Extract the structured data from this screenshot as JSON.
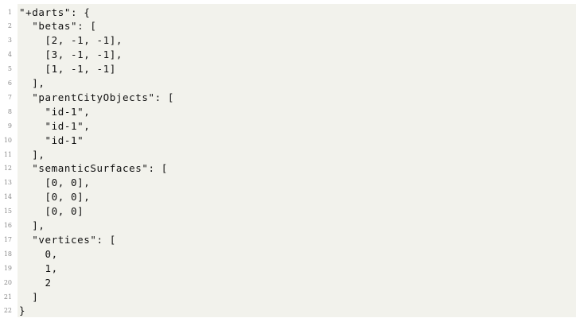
{
  "lines": [
    {
      "num": "1",
      "code": "\"+darts\": {"
    },
    {
      "num": "2",
      "code": "  \"betas\": ["
    },
    {
      "num": "3",
      "code": "    [2, -1, -1],"
    },
    {
      "num": "4",
      "code": "    [3, -1, -1],"
    },
    {
      "num": "5",
      "code": "    [1, -1, -1]"
    },
    {
      "num": "6",
      "code": "  ],"
    },
    {
      "num": "7",
      "code": "  \"parentCityObjects\": ["
    },
    {
      "num": "8",
      "code": "    \"id-1\","
    },
    {
      "num": "9",
      "code": "    \"id-1\","
    },
    {
      "num": "10",
      "code": "    \"id-1\""
    },
    {
      "num": "11",
      "code": "  ],"
    },
    {
      "num": "12",
      "code": "  \"semanticSurfaces\": ["
    },
    {
      "num": "13",
      "code": "    [0, 0],"
    },
    {
      "num": "14",
      "code": "    [0, 0],"
    },
    {
      "num": "15",
      "code": "    [0, 0]"
    },
    {
      "num": "16",
      "code": "  ],"
    },
    {
      "num": "17",
      "code": "  \"vertices\": ["
    },
    {
      "num": "18",
      "code": "    0,"
    },
    {
      "num": "19",
      "code": "    1,"
    },
    {
      "num": "20",
      "code": "    2"
    },
    {
      "num": "21",
      "code": "  ]"
    },
    {
      "num": "22",
      "code": "}"
    }
  ]
}
